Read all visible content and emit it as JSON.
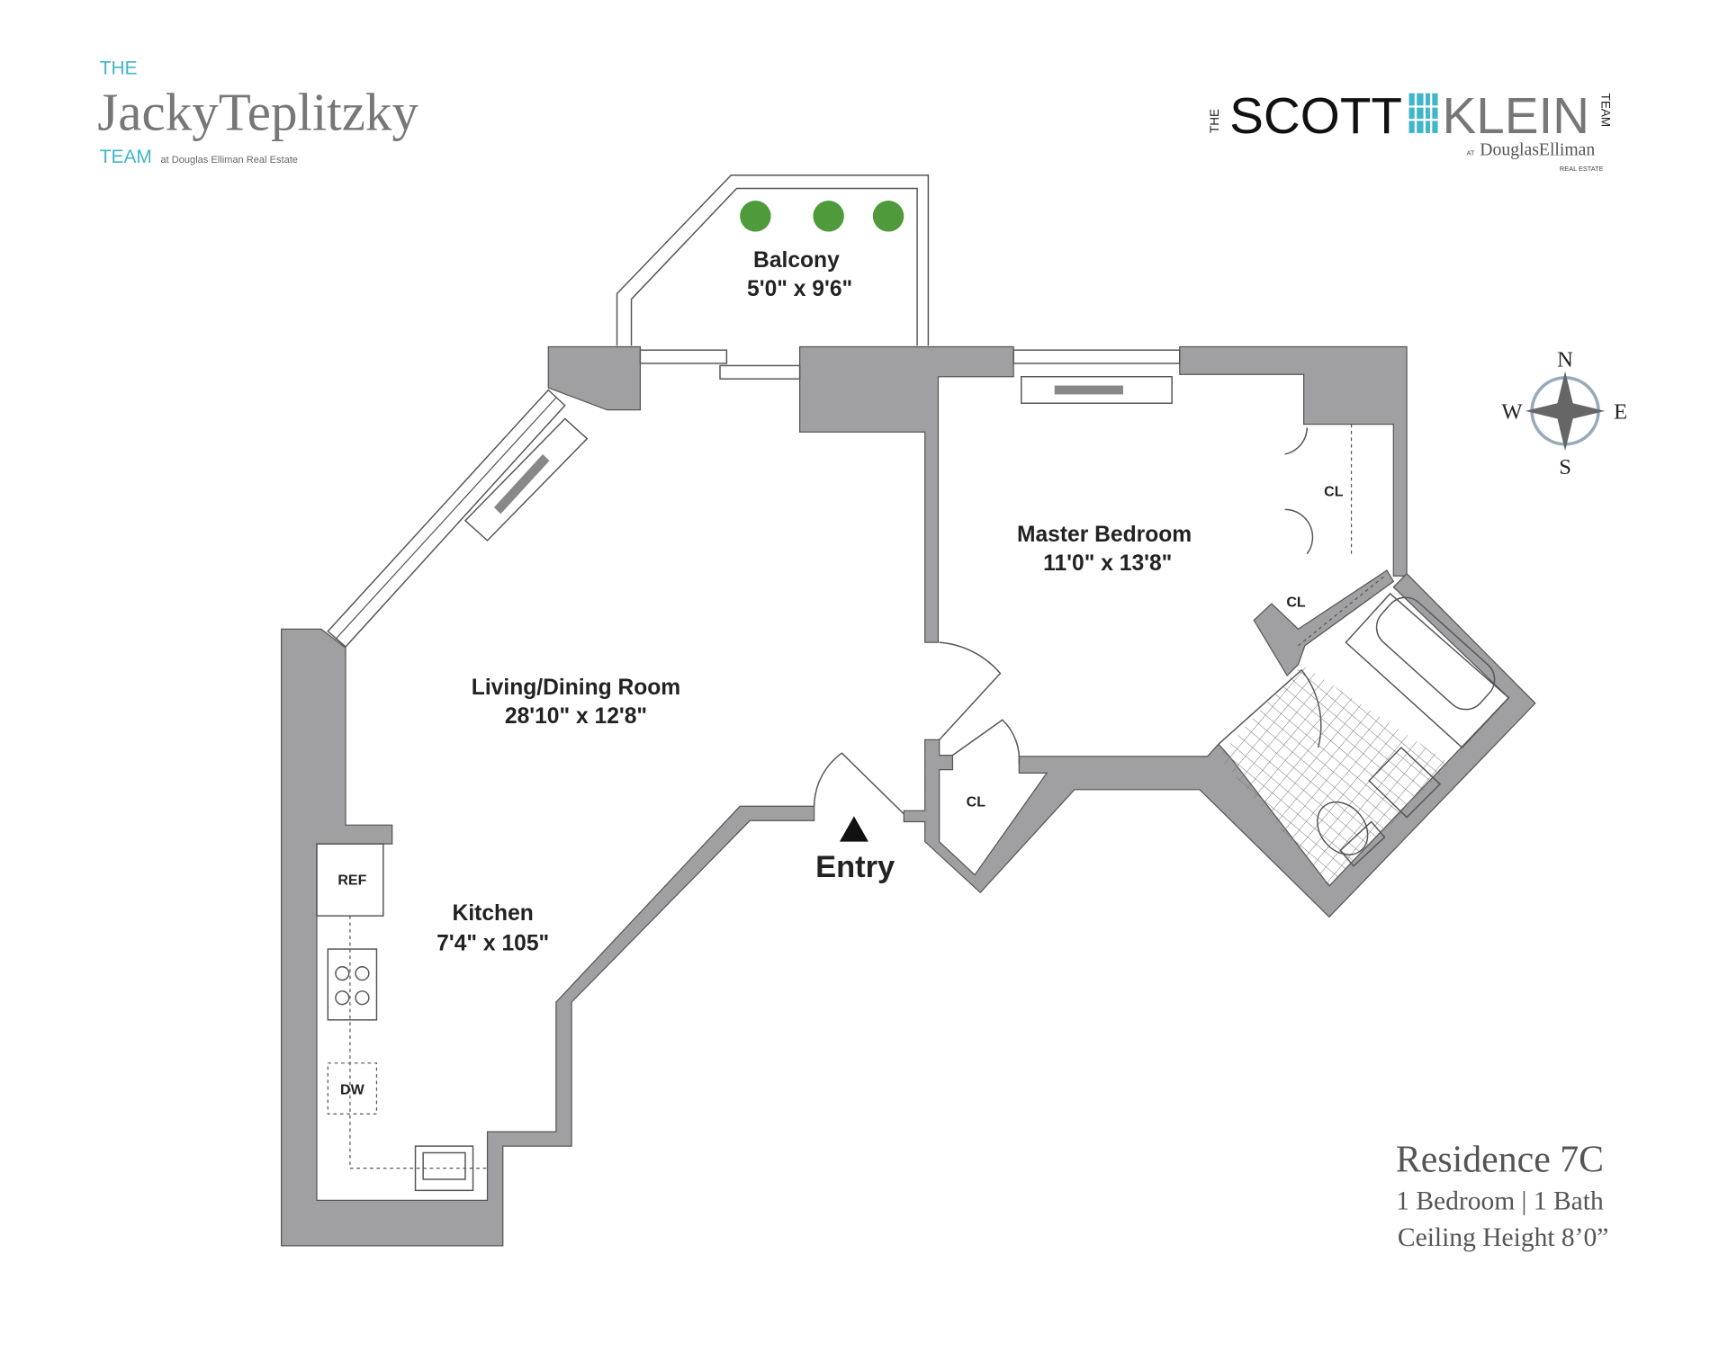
{
  "logos": {
    "left": {
      "the": "THE",
      "name": "JackyTeplitzky",
      "team": "TEAM",
      "sub": "at Douglas Elliman Real Estate"
    },
    "right": {
      "the": "THE",
      "scott": "SCOTT",
      "klein": "KLEIN",
      "team": "TEAM",
      "at": "AT",
      "brand": "DouglasElliman",
      "sub": "REAL ESTATE"
    }
  },
  "rooms": {
    "balcony": {
      "name": "Balcony",
      "dims": "5'0\" x 9'6\""
    },
    "living": {
      "name": "Living/Dining Room",
      "dims": "28'10\" x 12'8\""
    },
    "bedroom": {
      "name": "Master Bedroom",
      "dims": "11'0\" x 13'8\""
    },
    "kitchen": {
      "name": "Kitchen",
      "dims": "7'4\" x 105\""
    },
    "entry": "Entry"
  },
  "fixtures": {
    "ref": "REF",
    "dw": "DW",
    "closet": "CL"
  },
  "compass": {
    "n": "N",
    "s": "S",
    "e": "E",
    "w": "W"
  },
  "residence": {
    "title": "Residence 7C",
    "beds_baths": "1 Bedroom | 1 Bath",
    "ceiling": "Ceiling Height 8’0”"
  },
  "colors": {
    "wall": "#a0a0a2",
    "accent": "#3fb6c9"
  }
}
